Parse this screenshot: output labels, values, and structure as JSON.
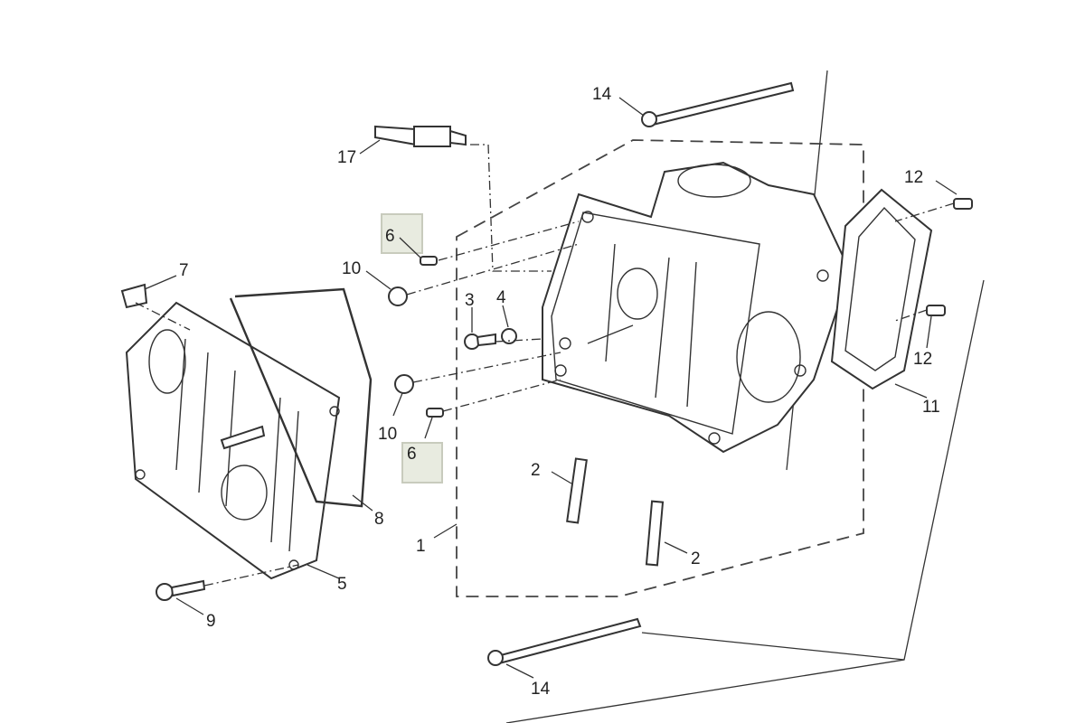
{
  "diagram": {
    "title": "Cylinder head exploded parts diagram",
    "highlight_color": "#e8ebe0",
    "callouts": [
      {
        "id": "c14a",
        "label": "14"
      },
      {
        "id": "c17",
        "label": "17"
      },
      {
        "id": "c12a",
        "label": "12"
      },
      {
        "id": "c6a",
        "label": "6",
        "highlighted": true
      },
      {
        "id": "c10a",
        "label": "10"
      },
      {
        "id": "c7",
        "label": "7"
      },
      {
        "id": "c3",
        "label": "3"
      },
      {
        "id": "c4",
        "label": "4"
      },
      {
        "id": "c12b",
        "label": "12"
      },
      {
        "id": "c10b",
        "label": "10"
      },
      {
        "id": "c11",
        "label": "11"
      },
      {
        "id": "c6b",
        "label": "6",
        "highlighted": true
      },
      {
        "id": "c2a",
        "label": "2"
      },
      {
        "id": "c8",
        "label": "8"
      },
      {
        "id": "c2b",
        "label": "2"
      },
      {
        "id": "c1",
        "label": "1"
      },
      {
        "id": "c5",
        "label": "5"
      },
      {
        "id": "c9",
        "label": "9"
      },
      {
        "id": "c14b",
        "label": "14"
      }
    ]
  }
}
